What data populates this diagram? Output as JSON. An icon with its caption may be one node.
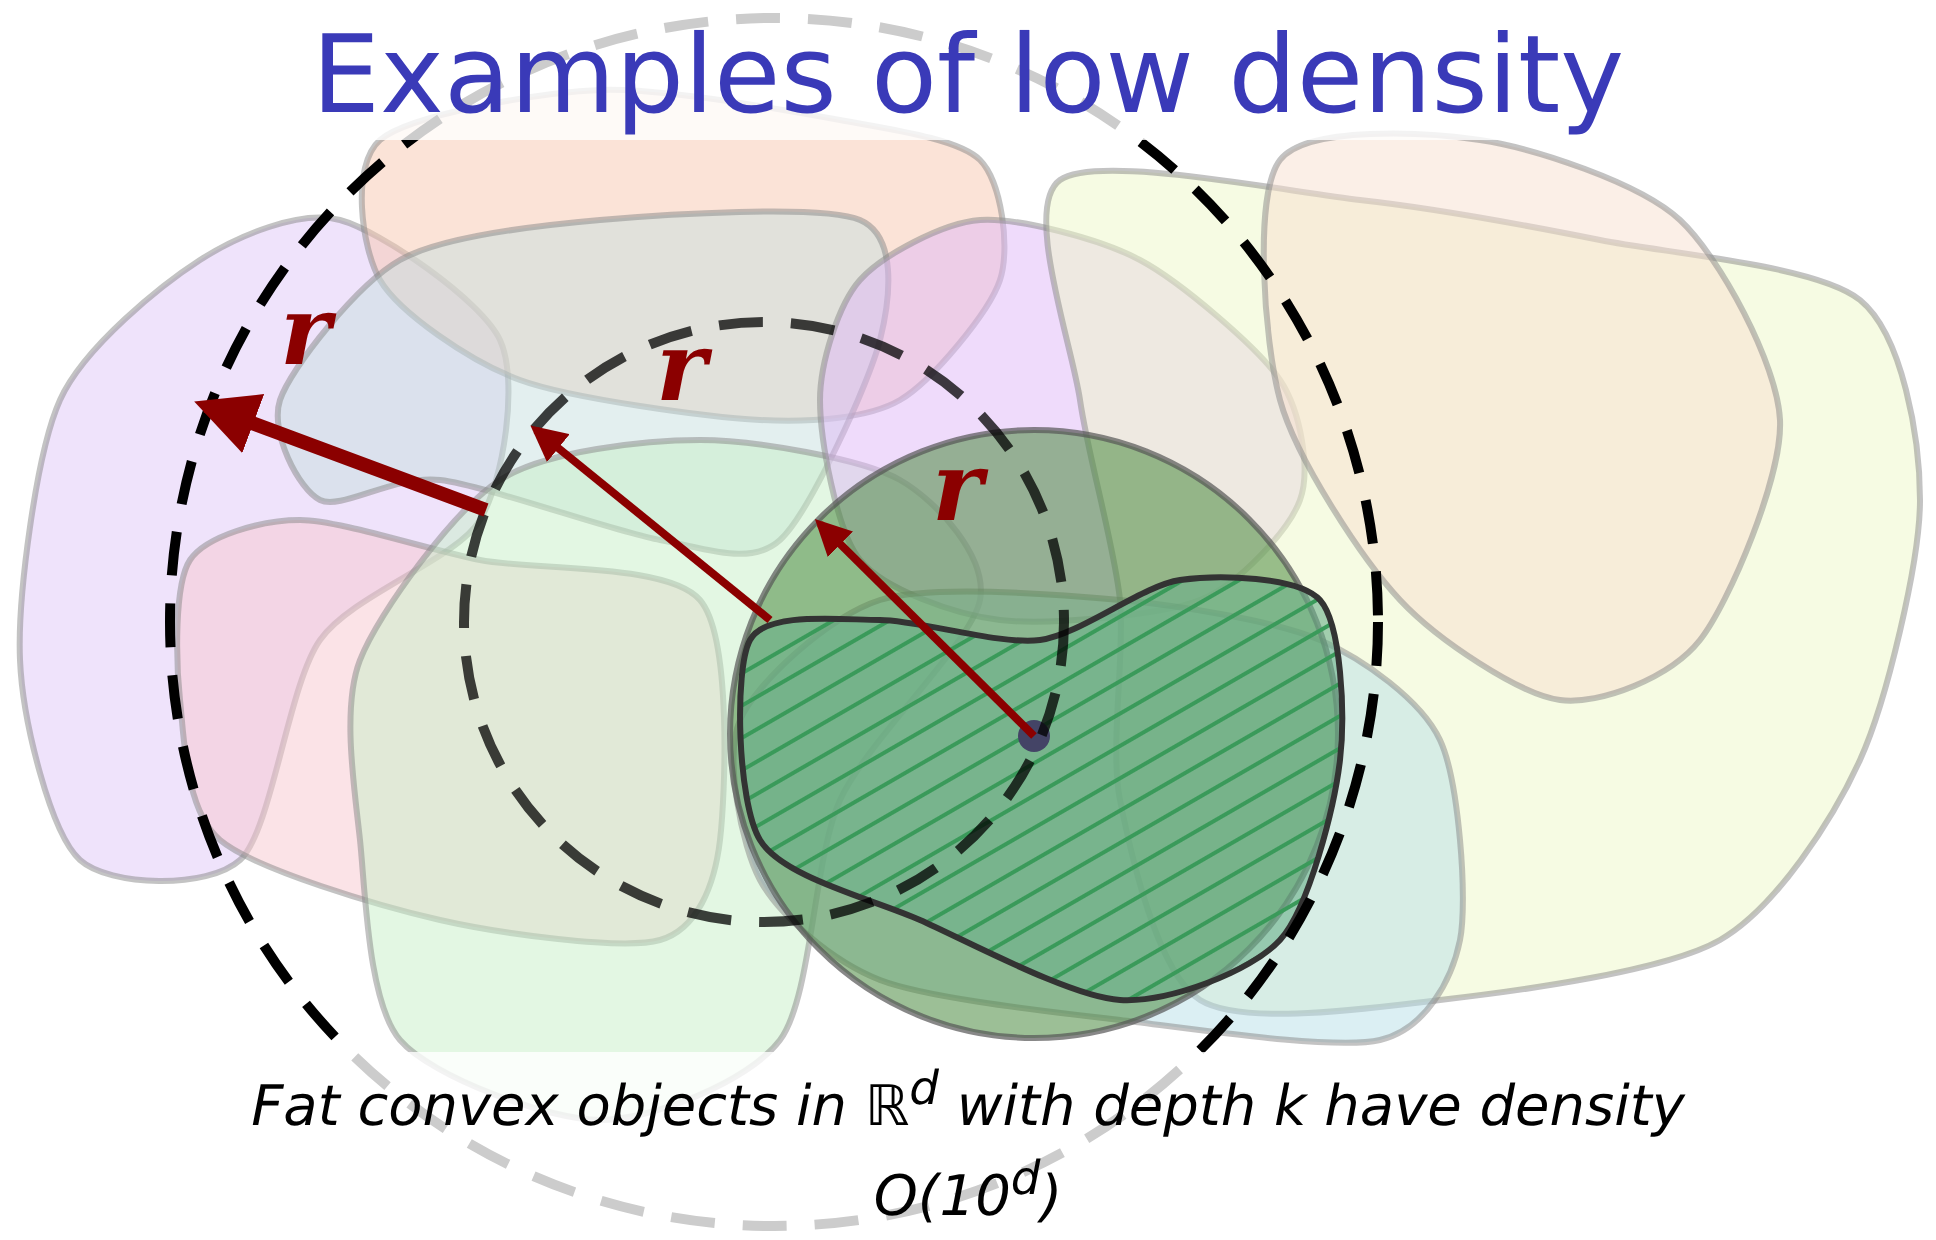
{
  "diagram": {
    "title": "Examples of low density",
    "caption": "Fat convex objects in ℝ$^{d}$ with depth *k* have density *O*(10$^{d}$)",
    "labels": [
      "r",
      "r",
      "r"
    ]
  }
}
